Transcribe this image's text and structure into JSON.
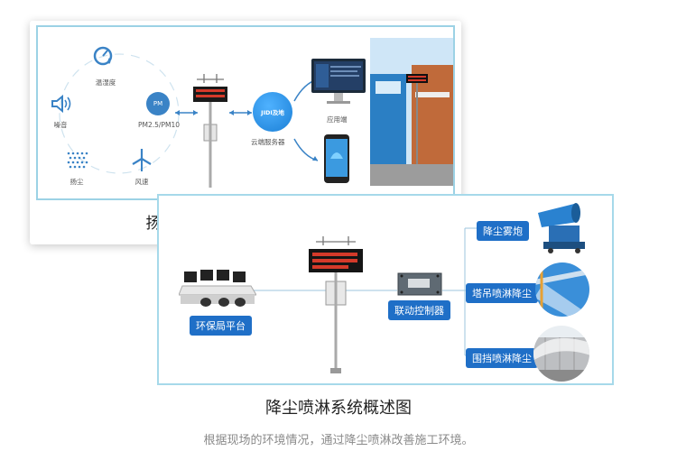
{
  "card1": {
    "title": "扬尘污染监测解决方案拓扑图",
    "sensors": {
      "temp_humidity": "温湿度",
      "noise": "噪音",
      "pm": "PM2.5/PM10",
      "dust": "扬尘",
      "wind": "风速"
    },
    "pm_badge": "PM",
    "cloud_logo": "JIDI及地",
    "cloud_label": "云端服务器",
    "app_label": "应用端"
  },
  "card2": {
    "title": "降尘喷淋系统概述图",
    "platform_label": "环保局平台",
    "controller_label": "联动控制器",
    "fog_cannon_label": "降尘雾炮",
    "tower_crane_label": "塔吊喷淋降尘",
    "fence_label": "围挡喷淋降尘"
  },
  "footer": {
    "subtitle": "根据现场的环境情况，通过降尘喷淋改善施工环境。"
  },
  "colors": {
    "frame_blue": "#9cd2e5",
    "accent_blue": "#1f6fc7",
    "icon_blue": "#3a83c6"
  }
}
